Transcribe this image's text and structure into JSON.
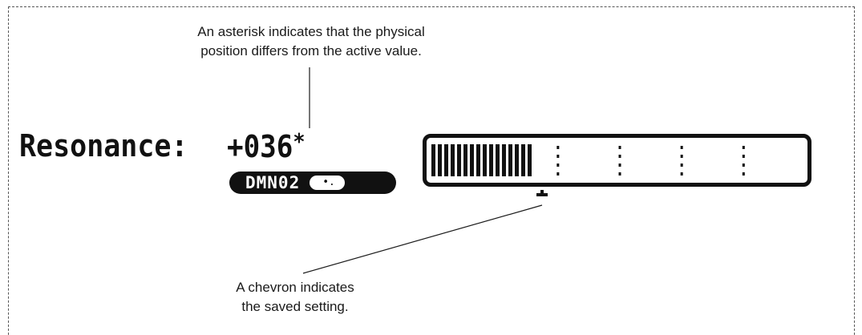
{
  "callouts": {
    "asterisk_line1": "An asterisk indicates that the physical",
    "asterisk_line2": "position differs from the active value.",
    "chevron_line1": "A chevron indicates",
    "chevron_line2": "the saved setting."
  },
  "display": {
    "parameter_label": "Resonance:",
    "value": "+036",
    "asterisk": "*",
    "source_badge": "DMN02",
    "badge_glyph": "•."
  },
  "meter": {
    "level_fraction": 0.285,
    "saved_fraction": 0.285,
    "divisions": 5,
    "fill_color": "#111111"
  }
}
